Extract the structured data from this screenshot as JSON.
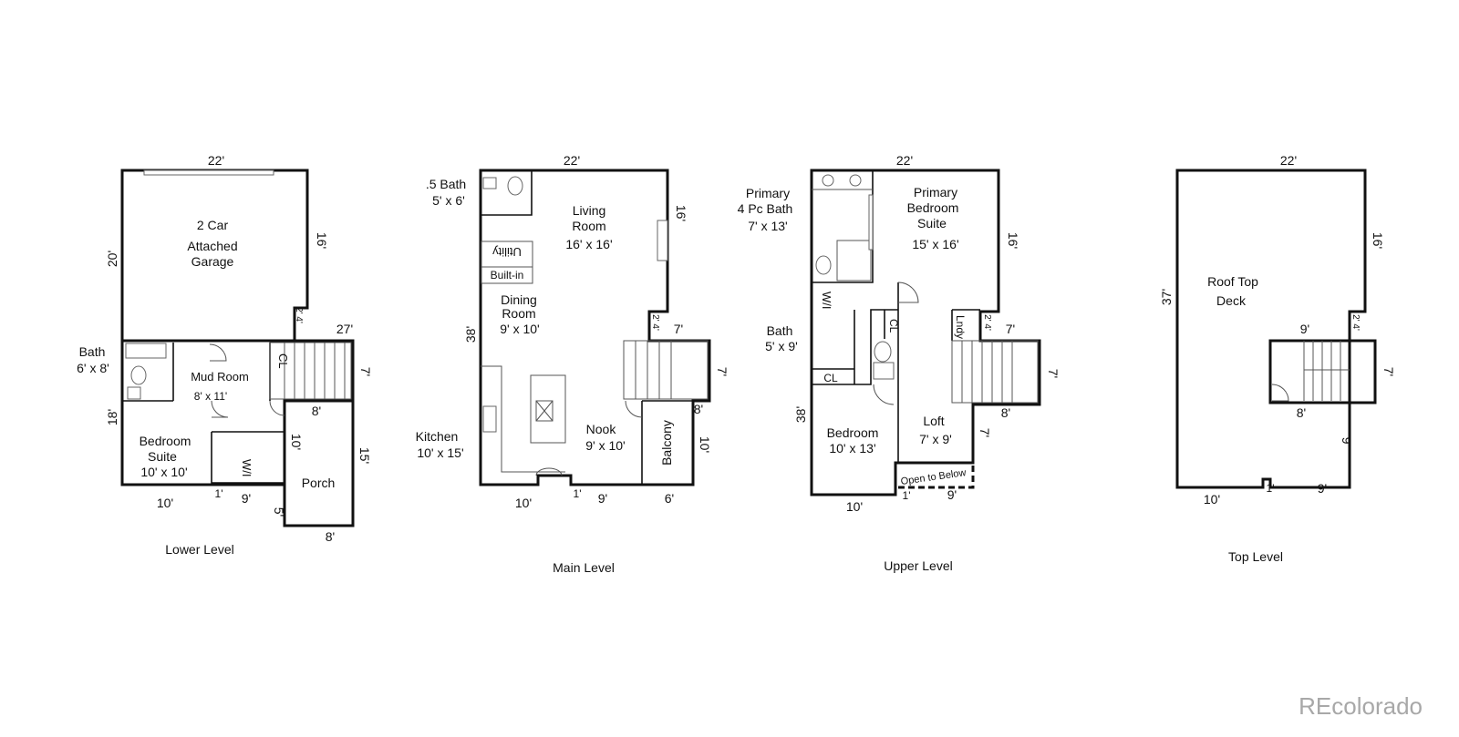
{
  "levels": {
    "lower": {
      "caption": "Lower Level",
      "rooms": {
        "garage_1": "2 Car",
        "garage_2": "Attached",
        "garage_3": "Garage",
        "bath_1": "Bath",
        "bath_2": "6' x 8'",
        "mud_1": "Mud Room",
        "mud_2": "8' x 11'",
        "bed_1": "Bedroom",
        "bed_2": "Suite",
        "bed_3": "10' x 10'",
        "porch": "Porch",
        "wi": "W/I",
        "cl": "CL"
      },
      "dims": {
        "top": "22'",
        "left_20": "20'",
        "right_16": "16'",
        "notch_2_4": "2' 4'",
        "d27": "27'",
        "d7": "7'",
        "d8_upper": "8'",
        "d10": "10'",
        "left_18": "18'",
        "d15": "15'",
        "bottom_10": "10'",
        "d1": "1'",
        "d9": "9'",
        "d5": "5'",
        "porch_8": "8'"
      }
    },
    "main": {
      "caption": "Main Level",
      "rooms": {
        "half_bath_1": ".5 Bath",
        "half_bath_2": "5' x 6'",
        "living_1": "Living",
        "living_2": "Room",
        "living_3": "16' x 16'",
        "utility": "Utility",
        "builtin": "Built-in",
        "dining_1": "Dining",
        "dining_2": "Room",
        "dining_3": "9' x 10'",
        "kitchen_1": "Kitchen",
        "kitchen_2": "10' x 15'",
        "nook_1": "Nook",
        "nook_2": "9' x 10'",
        "balcony": "Balcony"
      },
      "dims": {
        "top": "22'",
        "right_16": "16'",
        "notch_2_4": "2' 4'",
        "d7": "7'",
        "right_7": "7'",
        "left_38": "38'",
        "d8": "8'",
        "d10": "10'",
        "bottom_10": "10'",
        "d1": "1'",
        "d9": "9'",
        "d6": "6'"
      }
    },
    "upper": {
      "caption": "Upper Level",
      "rooms": {
        "pbath_1": "Primary",
        "pbath_2": "4 Pc Bath",
        "pbath_3": "7' x 13'",
        "pbed_1": "Primary",
        "pbed_2": "Bedroom",
        "pbed_3": "Suite",
        "pbed_4": "15' x 16'",
        "wi": "W/I",
        "cl": "CL",
        "cl2": "CL",
        "lndy": "Lndy",
        "bath_1": "Bath",
        "bath_2": "5' x 9'",
        "bed_1": "Bedroom",
        "bed_2": "10' x 13'",
        "loft_1": "Loft",
        "loft_2": "7' x 9'",
        "open_below": "Open to Below"
      },
      "dims": {
        "top": "22'",
        "right_16": "16'",
        "notch_2_4": "2' 4'",
        "d7": "7'",
        "right_7": "7'",
        "left_38": "38'",
        "d8": "8'",
        "d7b": "7'",
        "bottom_10": "10'",
        "d1": "1'",
        "d9": "9'"
      }
    },
    "top": {
      "caption": "Top Level",
      "rooms": {
        "deck_1": "Roof Top",
        "deck_2": "Deck"
      },
      "dims": {
        "top": "22'",
        "left_37": "37'",
        "right_16": "16'",
        "d9_upper": "9'",
        "notch_2_4": "2' 4'",
        "right_7": "7'",
        "d8": "8'",
        "d9_right": "9'",
        "bottom_10": "10'",
        "d1": "1'",
        "d9_bottom": "9'"
      }
    }
  },
  "watermark": "REcolorado"
}
